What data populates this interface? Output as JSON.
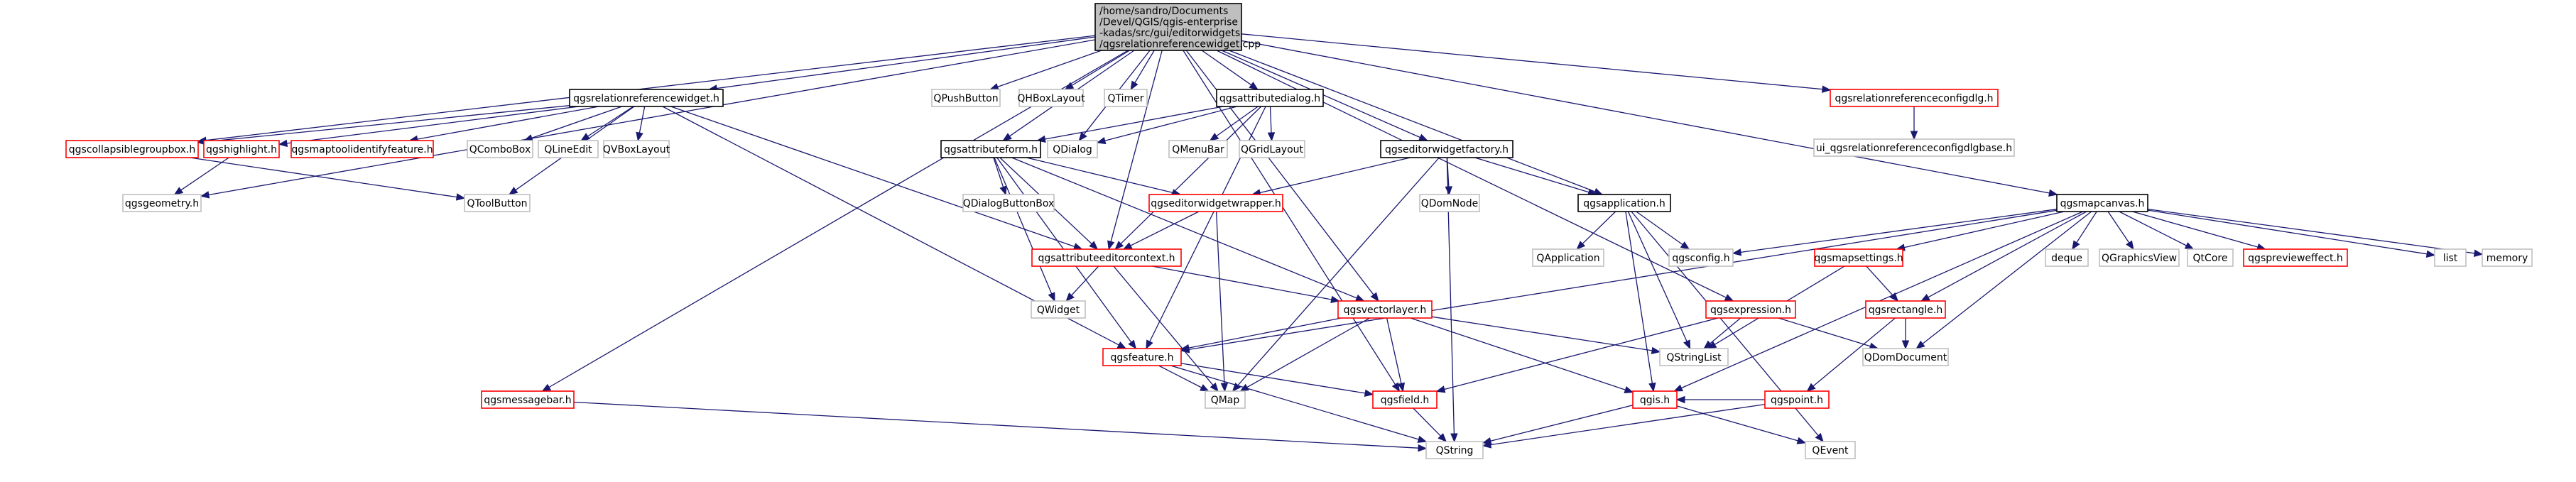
{
  "colors": {
    "edge": "#191970",
    "root_fill": "#bfbfbf",
    "header_border": "#000000",
    "missing_border": "#ff0000",
    "external_border": "#bfbfbf"
  },
  "nodes": [
    {
      "id": "root",
      "kind": "root",
      "lines": [
        "/home/sandro/Documents",
        "/Devel/QGIS/qgis-enterprise",
        "-kadas/src/gui/editorwidgets",
        "/qgsrelationreferencewidget.cpp"
      ]
    },
    {
      "id": "qgsrelationreferencewidget",
      "kind": "black",
      "lines": [
        "qgsrelationreferencewidget.h"
      ]
    },
    {
      "id": "qgspushbutton",
      "kind": "gray",
      "lines": [
        "QPushButton"
      ]
    },
    {
      "id": "qhboxlayout",
      "kind": "gray",
      "lines": [
        "QHBoxLayout"
      ]
    },
    {
      "id": "qtimer",
      "kind": "gray",
      "lines": [
        "QTimer"
      ]
    },
    {
      "id": "qgsattributedialog",
      "kind": "black",
      "lines": [
        "qgsattributedialog.h"
      ]
    },
    {
      "id": "qgsrelationreferenceconfigdlg",
      "kind": "red",
      "lines": [
        "qgsrelationreferenceconfigdlg.h"
      ]
    },
    {
      "id": "ui_qgsrelationreferenceconfigdlgbase",
      "kind": "gray",
      "lines": [
        "ui_qgsrelationreferenceconfigdlgbase.h"
      ]
    },
    {
      "id": "qgscollapsiblegroupbox",
      "kind": "red",
      "lines": [
        "qgscollapsiblegroupbox.h"
      ]
    },
    {
      "id": "qgshighlight",
      "kind": "red",
      "lines": [
        "qgshighlight.h"
      ]
    },
    {
      "id": "qgsmaptoolidentifyfeature",
      "kind": "red",
      "lines": [
        "qgsmaptoolidentifyfeature.h"
      ]
    },
    {
      "id": "qcombobox",
      "kind": "gray",
      "lines": [
        "QComboBox"
      ]
    },
    {
      "id": "qlineedit",
      "kind": "gray",
      "lines": [
        "QLineEdit"
      ]
    },
    {
      "id": "qvboxlayout",
      "kind": "gray",
      "lines": [
        "QVBoxLayout"
      ]
    },
    {
      "id": "qgsattributeform",
      "kind": "black",
      "lines": [
        "qgsattributeform.h"
      ]
    },
    {
      "id": "qdialog",
      "kind": "gray",
      "lines": [
        "QDialog"
      ]
    },
    {
      "id": "qmenubar",
      "kind": "gray",
      "lines": [
        "QMenuBar"
      ]
    },
    {
      "id": "qgridlayout",
      "kind": "gray",
      "lines": [
        "QGridLayout"
      ]
    },
    {
      "id": "qgseditorwidgetfactory",
      "kind": "black",
      "lines": [
        "qgseditorwidgetfactory.h"
      ]
    },
    {
      "id": "qgsmapcanvas",
      "kind": "black",
      "lines": [
        "qgsmapcanvas.h"
      ]
    },
    {
      "id": "qgsgeometry",
      "kind": "gray",
      "lines": [
        "qgsgeometry.h"
      ]
    },
    {
      "id": "qtoolbutton",
      "kind": "gray",
      "lines": [
        "QToolButton"
      ]
    },
    {
      "id": "qdialogbuttonbox",
      "kind": "gray",
      "lines": [
        "QDialogButtonBox"
      ]
    },
    {
      "id": "qgseditorwidgetwrapper",
      "kind": "red",
      "lines": [
        "qgseditorwidgetwrapper.h"
      ]
    },
    {
      "id": "qdomnode",
      "kind": "gray",
      "lines": [
        "QDomNode"
      ]
    },
    {
      "id": "qgsapplication",
      "kind": "black",
      "lines": [
        "qgsapplication.h"
      ]
    },
    {
      "id": "qgsattributeeditorcontext",
      "kind": "red",
      "lines": [
        "qgsattributeeditorcontext.h"
      ]
    },
    {
      "id": "qapplication",
      "kind": "gray",
      "lines": [
        "QApplication"
      ]
    },
    {
      "id": "qgsconfig",
      "kind": "gray",
      "lines": [
        "qgsconfig.h"
      ]
    },
    {
      "id": "qgsmapsettings",
      "kind": "red",
      "lines": [
        "qgsmapsettings.h"
      ]
    },
    {
      "id": "deque",
      "kind": "gray",
      "lines": [
        "deque"
      ]
    },
    {
      "id": "qgraphicsview",
      "kind": "gray",
      "lines": [
        "QGraphicsView"
      ]
    },
    {
      "id": "qtcore",
      "kind": "gray",
      "lines": [
        "QtCore"
      ]
    },
    {
      "id": "qgspreviewеffect",
      "kind": "red",
      "lines": [
        "qgspreviewеffect.h"
      ]
    },
    {
      "id": "list",
      "kind": "gray",
      "lines": [
        "list"
      ]
    },
    {
      "id": "memory",
      "kind": "gray",
      "lines": [
        "memory"
      ]
    },
    {
      "id": "qwidget",
      "kind": "gray",
      "lines": [
        "QWidget"
      ]
    },
    {
      "id": "qgsvectorlayer",
      "kind": "red",
      "lines": [
        "qgsvectorlayer.h"
      ]
    },
    {
      "id": "qgsexpression",
      "kind": "red",
      "lines": [
        "qgsexpression.h"
      ]
    },
    {
      "id": "qgsrectangle",
      "kind": "red",
      "lines": [
        "qgsrectangle.h"
      ]
    },
    {
      "id": "qstringlist",
      "kind": "gray",
      "lines": [
        "QStringList"
      ]
    },
    {
      "id": "qdomdocument",
      "kind": "gray",
      "lines": [
        "QDomDocument"
      ]
    },
    {
      "id": "qgsfeature",
      "kind": "red",
      "lines": [
        "qgsfeature.h"
      ]
    },
    {
      "id": "qgspoint",
      "kind": "red",
      "lines": [
        "qgspoint.h"
      ]
    },
    {
      "id": "qgsmessagebar",
      "kind": "red",
      "lines": [
        "qgsmessagebar.h"
      ]
    },
    {
      "id": "qmap",
      "kind": "gray",
      "lines": [
        "QMap"
      ]
    },
    {
      "id": "qgsfield",
      "kind": "red",
      "lines": [
        "qgsfield.h"
      ]
    },
    {
      "id": "qgis",
      "kind": "red",
      "lines": [
        "qgis.h"
      ]
    },
    {
      "id": "qstring",
      "kind": "gray",
      "lines": [
        "QString"
      ]
    },
    {
      "id": "qevent",
      "kind": "gray",
      "lines": [
        "QEvent"
      ]
    }
  ],
  "edges": [
    [
      "root",
      "qgsrelationreferencewidget"
    ],
    [
      "root",
      "qgspushbutton"
    ],
    [
      "root",
      "qhboxlayout"
    ],
    [
      "root",
      "qtimer"
    ],
    [
      "root",
      "qgsattributedialog"
    ],
    [
      "root",
      "qgsrelationreferenceconfigdlg"
    ],
    [
      "root",
      "qgscollapsiblegroupbox"
    ],
    [
      "root",
      "qgsgeometry"
    ],
    [
      "root",
      "qgsattributeform"
    ],
    [
      "root",
      "qdialog"
    ],
    [
      "root",
      "qgseditorwidgetfactory"
    ],
    [
      "root",
      "qgsapplication"
    ],
    [
      "root",
      "qgsmapcanvas"
    ],
    [
      "root",
      "qgsattributeeditorcontext"
    ],
    [
      "root",
      "qgsexpression"
    ],
    [
      "root",
      "qgsmessagebar"
    ],
    [
      "root",
      "qgsfield"
    ],
    [
      "root",
      "qgsvectorlayer"
    ],
    [
      "qgsrelationreferencewidget",
      "qgscollapsiblegroupbox"
    ],
    [
      "qgsrelationreferencewidget",
      "qgshighlight"
    ],
    [
      "qgsrelationreferencewidget",
      "qgsmaptoolidentifyfeature"
    ],
    [
      "qgsrelationreferencewidget",
      "qcombobox"
    ],
    [
      "qgsrelationreferencewidget",
      "qlineedit"
    ],
    [
      "qgsrelationreferencewidget",
      "qvboxlayout"
    ],
    [
      "qgsrelationreferencewidget",
      "qtoolbutton"
    ],
    [
      "qgsrelationreferencewidget",
      "qgsattributeeditorcontext"
    ],
    [
      "qgsrelationreferencewidget",
      "qgsfeature"
    ],
    [
      "qgscollapsiblegroupbox",
      "qtoolbutton"
    ],
    [
      "qgshighlight",
      "qgsgeometry"
    ],
    [
      "qgsattributedialog",
      "qgsattributeform"
    ],
    [
      "qgsattributedialog",
      "qdialog"
    ],
    [
      "qgsattributedialog",
      "qmenubar"
    ],
    [
      "qgsattributedialog",
      "qgridlayout"
    ],
    [
      "qgsattributedialog",
      "qgsattributeeditorcontext"
    ],
    [
      "qgsattributedialog",
      "qgsfeature"
    ],
    [
      "qgsrelationreferenceconfigdlg",
      "ui_qgsrelationreferenceconfigdlgbase"
    ],
    [
      "qgsattributeform",
      "qdialogbuttonbox"
    ],
    [
      "qgsattributeform",
      "qgseditorwidgetwrapper"
    ],
    [
      "qgsattributeform",
      "qgsattributeeditorcontext"
    ],
    [
      "qgsattributeform",
      "qwidget"
    ],
    [
      "qgsattributeform",
      "qgsvectorlayer"
    ],
    [
      "qgsattributeform",
      "qgsfeature"
    ],
    [
      "qgseditorwidgetfactory",
      "qgseditorwidgetwrapper"
    ],
    [
      "qgseditorwidgetfactory",
      "qdomnode"
    ],
    [
      "qgseditorwidgetfactory",
      "qgsapplication"
    ],
    [
      "qgseditorwidgetfactory",
      "qmap"
    ],
    [
      "qgseditorwidgetfactory",
      "qstring"
    ],
    [
      "qgseditorwidgetwrapper",
      "qgsattributeeditorcontext"
    ],
    [
      "qgseditorwidgetwrapper",
      "qmap"
    ],
    [
      "qgsapplication",
      "qapplication"
    ],
    [
      "qgsapplication",
      "qgsconfig"
    ],
    [
      "qgsapplication",
      "qstringlist"
    ],
    [
      "qgsapplication",
      "qgis"
    ],
    [
      "qgsapplication",
      "qevent"
    ],
    [
      "qgsattributeeditorcontext",
      "qwidget"
    ],
    [
      "qgsattributeeditorcontext",
      "qgsvectorlayer"
    ],
    [
      "qgsattributeeditorcontext",
      "qmap"
    ],
    [
      "qgsmapcanvas",
      "qgsconfig"
    ],
    [
      "qgsmapcanvas",
      "qgsmapsettings"
    ],
    [
      "qgsmapcanvas",
      "deque"
    ],
    [
      "qgsmapcanvas",
      "qgraphicsview"
    ],
    [
      "qgsmapcanvas",
      "qtcore"
    ],
    [
      "qgsmapcanvas",
      "qgspreviewеffect"
    ],
    [
      "qgsmapcanvas",
      "list"
    ],
    [
      "qgsmapcanvas",
      "memory"
    ],
    [
      "qgsmapcanvas",
      "qgsrectangle"
    ],
    [
      "qgsmapcanvas",
      "qdomdocument"
    ],
    [
      "qgsmapcanvas",
      "qgis"
    ],
    [
      "qgsmapcanvas",
      "qgsfeature"
    ],
    [
      "qgsmapsettings",
      "qgsrectangle"
    ],
    [
      "qgsmapsettings",
      "qstringlist"
    ],
    [
      "qgsvectorlayer",
      "qgsfeature"
    ],
    [
      "qgsvectorlayer",
      "qstringlist"
    ],
    [
      "qgsvectorlayer",
      "qmap"
    ],
    [
      "qgsvectorlayer",
      "qgsfield"
    ],
    [
      "qgsvectorlayer",
      "qgis"
    ],
    [
      "qgsexpression",
      "qstringlist"
    ],
    [
      "qgsexpression",
      "qdomdocument"
    ],
    [
      "qgsexpression",
      "qgsfield"
    ],
    [
      "qgsrectangle",
      "qdomdocument"
    ],
    [
      "qgsrectangle",
      "qgspoint"
    ],
    [
      "qgspoint",
      "qgis"
    ],
    [
      "qgspoint",
      "qstring"
    ],
    [
      "qgsfeature",
      "qmap"
    ],
    [
      "qgsfeature",
      "qgsfield"
    ],
    [
      "qgsfeature",
      "qstring"
    ],
    [
      "qgsmessagebar",
      "qstring"
    ],
    [
      "qgsfield",
      "qstring"
    ],
    [
      "qgis",
      "qstring"
    ],
    [
      "qgis",
      "qevent"
    ]
  ]
}
